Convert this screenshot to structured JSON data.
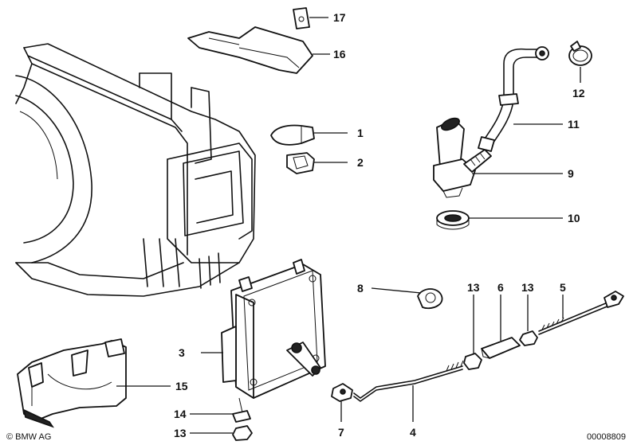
{
  "callouts": {
    "c1": "1",
    "c2": "2",
    "c3": "3",
    "c4": "4",
    "c5": "5",
    "c6": "6",
    "c7": "7",
    "c8": "8",
    "c9": "9",
    "c10": "10",
    "c11": "11",
    "c12": "12",
    "c13a": "13",
    "c13b": "13",
    "c13c": "13",
    "c14": "14",
    "c15": "15",
    "c16": "16",
    "c17": "17"
  },
  "footer": {
    "copyright": "© BMW AG",
    "diagram_number": "00008809"
  }
}
